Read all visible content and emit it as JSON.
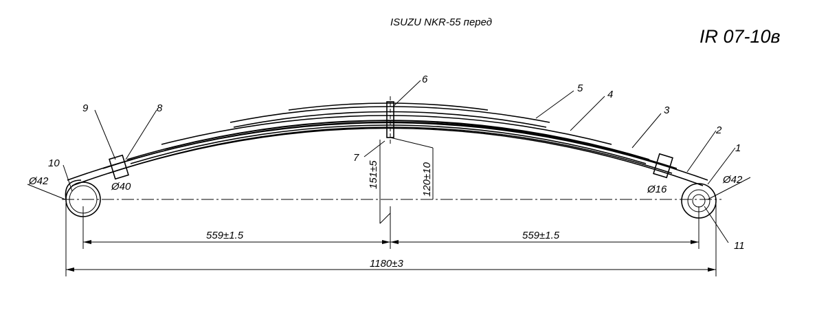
{
  "header": {
    "title": "ISUZU NKR-55 перед",
    "code": "IR 07-10в"
  },
  "leaf_labels": [
    "1",
    "2",
    "3",
    "4",
    "5",
    "6",
    "7",
    "8",
    "9",
    "10",
    "11"
  ],
  "dimensions": {
    "eye_left_outer": "Ø42",
    "eye_left_inner": "Ø40",
    "eye_right_outer": "Ø42",
    "eye_right_inner": "Ø16",
    "arch_height": "151±5",
    "arch_height_loaded": "120±10",
    "left_half": "559±1.5",
    "right_half": "559±1.5",
    "total_length": "1180±3"
  }
}
